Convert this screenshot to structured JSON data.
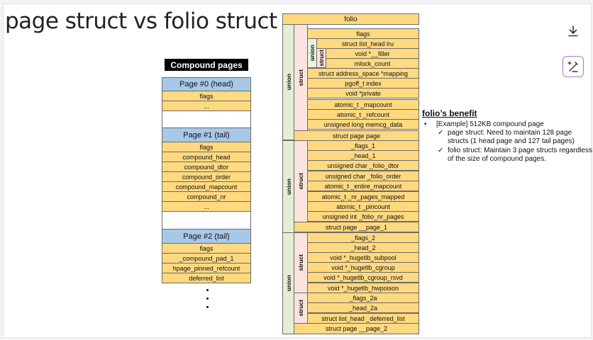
{
  "title": "page struct vs folio struct",
  "compound": {
    "heading": "Compound pages",
    "page0": {
      "header": "Page #0 (head)",
      "items": [
        "flags",
        "..."
      ]
    },
    "page1": {
      "header": "Page #1 (tail)",
      "items": [
        "flags",
        "compound_head",
        "compound_dtor",
        "compound_order",
        "compound_mapcount",
        "compound_nr",
        "..."
      ]
    },
    "page2": {
      "header": "Page #2 (tail)",
      "items": [
        "flags",
        "_compound_pad_1",
        "hpage_pinned_refcount",
        "deferred_list"
      ]
    }
  },
  "folio": {
    "header": "folio",
    "s0": [
      "flags",
      "struct list_head lru",
      "void *__filler",
      "mlock_count",
      "struct address_space *mapping",
      "pgoff_t index",
      "void *private",
      "atomic_t _mapcount",
      "atomic_t _refcount",
      "unsigned long memcg_data",
      "struct page page"
    ],
    "s1": [
      "_flags_1",
      "_head_1",
      "unsigned char _folio_dtor",
      "unsigned char _folio_order",
      "atomic_t _entire_mapcount",
      "atomic_t _nr_pages_mapped",
      "atomic_t _pincount",
      "unsigned int _folio_nr_pages",
      "struct page __page_1"
    ],
    "s2": [
      "_flags_2",
      "_head_2",
      "void *_hugetlb_subpool",
      "void *_hugetlb_cgroup",
      "void *_hugetlb_cgroup_rsvd",
      "void *_hugetlb_hwpoison",
      "_flags_2a",
      "_head_2a",
      "struct list_head _deferred_list",
      "struct page __page_2"
    ],
    "labels": {
      "union": "union",
      "struct": "struct"
    }
  },
  "benefit": {
    "heading": "folio’s benefit",
    "bullet_marker": "•",
    "check_marker": "✓",
    "point": "[Example] 512KB compound page",
    "sub": [
      "page struct: Need to maintain 128 page structs (1 head page and 127 tail pages)",
      "folio struct: Maintain 3 page structs regardless of the size of compound pages."
    ]
  },
  "icons": {
    "download": "download-icon",
    "edit": "sparkle-pen-icon"
  },
  "colors": {
    "field": "#ffd980",
    "page_header": "#a8c8e8",
    "struct_label": "#fbe3de",
    "union_label": "#e3eed5",
    "edit_border": "#b46fd8"
  }
}
